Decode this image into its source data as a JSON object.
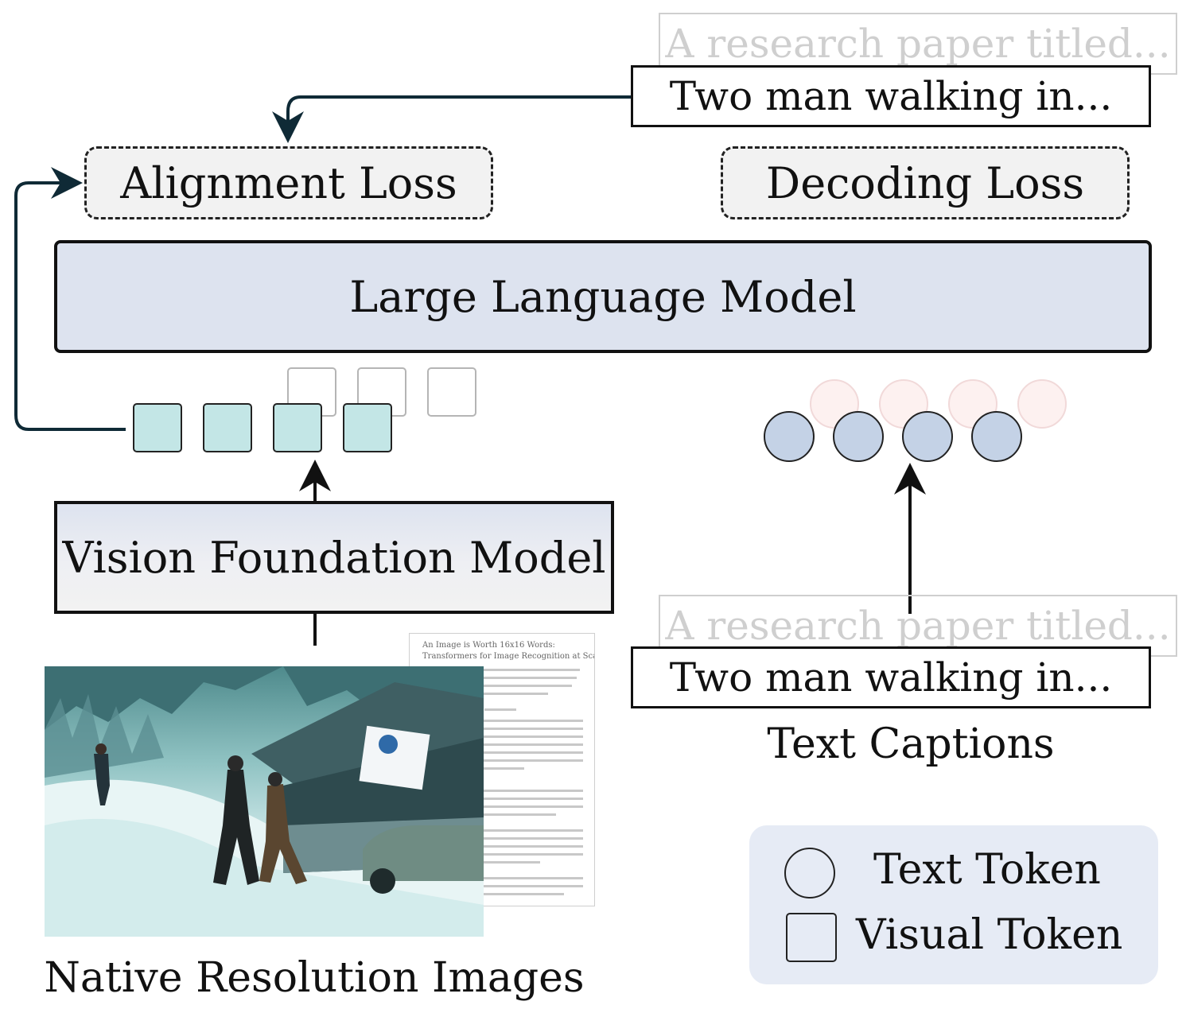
{
  "captions": {
    "ghost_text": "A research paper titled...",
    "main_text": "Two man walking in..."
  },
  "losses": {
    "alignment": "Alignment Loss",
    "decoding": "Decoding Loss"
  },
  "models": {
    "llm": "Large Language Model",
    "vision": "Vision Foundation Model"
  },
  "labels": {
    "images": "Native Resolution Images",
    "captions": "Text Captions"
  },
  "legend": {
    "text_token": "Text Token",
    "visual_token": "Visual Token"
  },
  "paper_thumbnail": {
    "title_line_1": "An Image is Worth 16x16 Words:",
    "title_line_2": "Transformers for Image Recognition at Scale"
  },
  "colors": {
    "visual_token_fill": "#c3e6e6",
    "text_token_fill": "#c4d2e6",
    "model_fill": "#dde3ef",
    "legend_fill": "#e6ebf5",
    "connector": "#0f2a36"
  }
}
